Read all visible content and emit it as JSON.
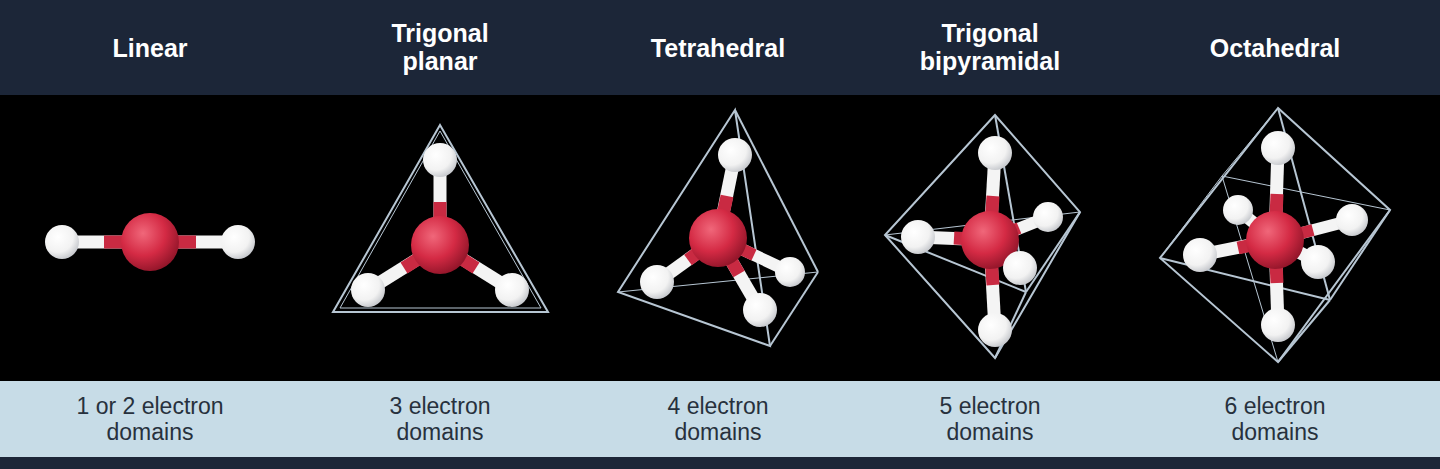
{
  "diagram": {
    "nodes": [
      {
        "text": [
          "Linear",
          "Trigonal planar",
          "Tetrahedral",
          "Trigonal bipyramidal",
          "Octahedral"
        ]
      },
      {
        "text": [
          "1 or 2 electron domains",
          "3 electron domains",
          "4 electron domains",
          "5 electron domains",
          "6 electron domains"
        ]
      }
    ]
  }
}
